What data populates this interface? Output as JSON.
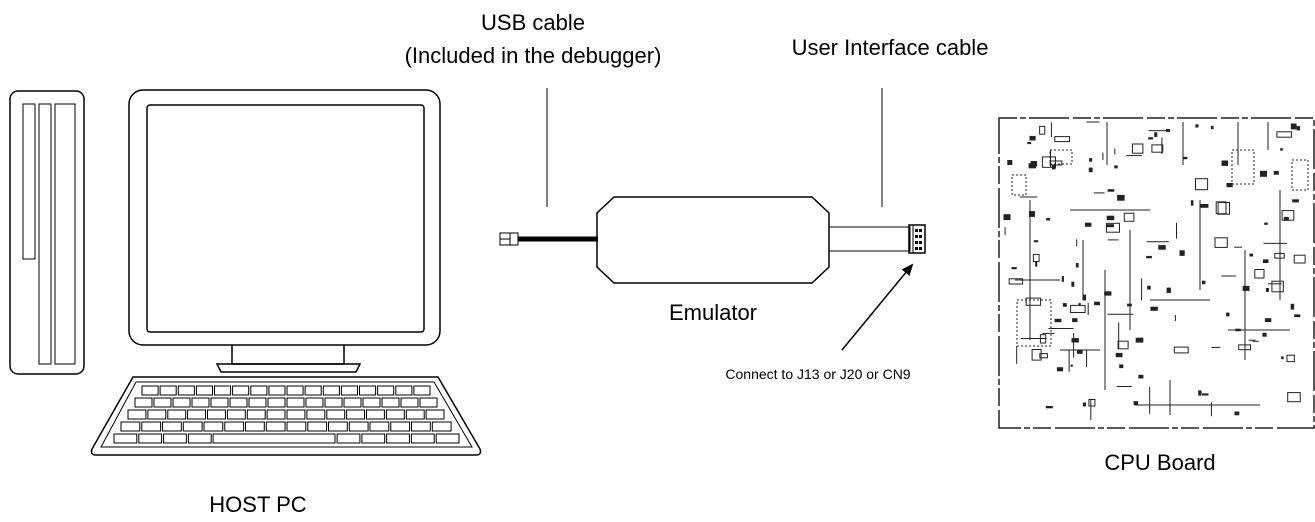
{
  "labels": {
    "usb_cable_line1": "USB cable",
    "usb_cable_line2": "(Included in the debugger)",
    "ui_cable": "User Interface cable",
    "emulator": "Emulator",
    "connect_note": "Connect to J13 or J20 or CN9",
    "cpu_board": "CPU Board",
    "host_pc": "HOST PC"
  }
}
